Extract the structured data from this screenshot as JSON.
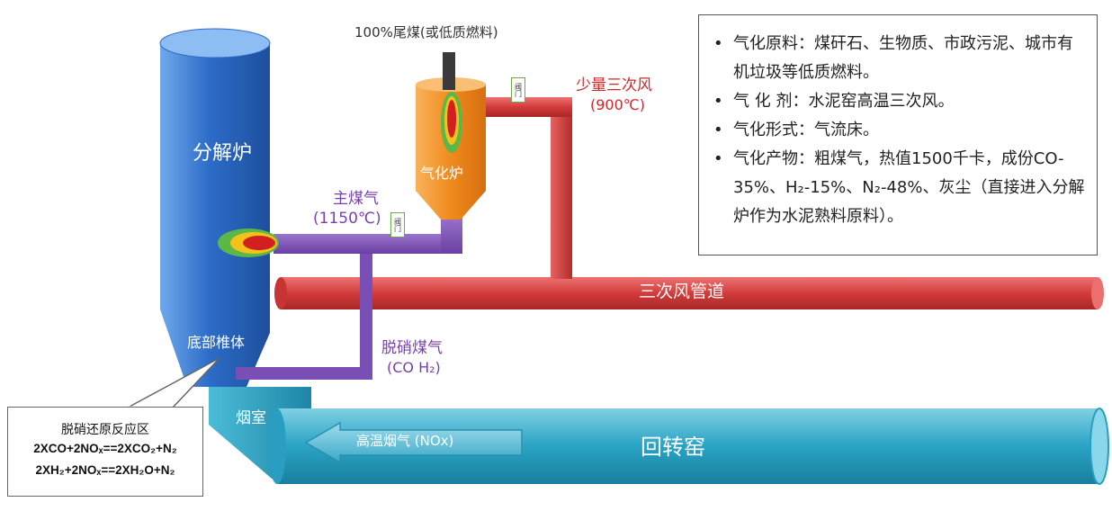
{
  "labels": {
    "calciner": "分解炉",
    "bottom_cone": "底部椎体",
    "gasifier": "气化炉",
    "smoke_chamber": "烟室",
    "rotary_kiln": "回转窑",
    "tertiary_duct": "三次风管道",
    "tail_coal": "100%尾煤(或低质燃料)",
    "tertiary_air_title": "少量三次风",
    "tertiary_air_temp": "(900℃)",
    "main_gas_title": "主煤气",
    "main_gas_temp": "(1150℃)",
    "denox_gas_title": "脱硝煤气",
    "denox_gas_comp": "(CO H₂)",
    "flue_gas": "高温烟气 (NOx)",
    "valve": "阀门"
  },
  "reaction_box": {
    "title": "脱硝还原反应区",
    "eq1": "2XCO+2NOₓ==2XCO₂+N₂",
    "eq2": "2XH₂+2NOₓ==2XH₂O+N₂"
  },
  "info": [
    "气化原料：煤矸石、生物质、市政污泥、城市有机垃圾等低质燃料。",
    "气 化 剂：水泥窑高温三次风。",
    "气化形式：气流床。",
    "气化产物：粗煤气，热值1500千卡，成份CO-35%、H₂-15%、N₂-48%、灰尘（直接进入分解炉作为水泥熟料原料）。"
  ],
  "colors": {
    "calciner_blue": "#2f6fc9",
    "kiln_teal": "#2aa9c9",
    "duct_red": "#d6403f",
    "gas_purple": "#7b4fb2",
    "gasifier_orange": "#f08a1c",
    "red_label": "#d0282a",
    "purple_label": "#7a3fb0"
  }
}
